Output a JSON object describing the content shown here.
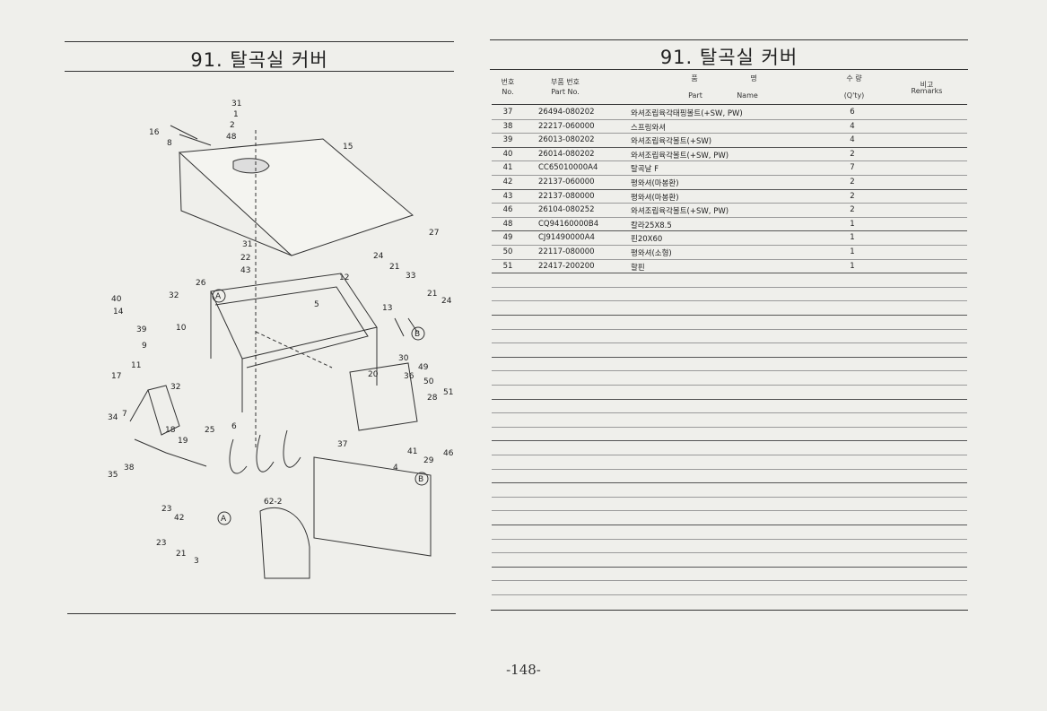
{
  "page": {
    "left_title": "91. 탈곡실 커버",
    "right_title": "91. 탈곡실 커버",
    "page_number": "-148-"
  },
  "table": {
    "headers": {
      "no_ko": "번호",
      "no_en": "No.",
      "part_ko": "부품 번호",
      "part_en": "Part  No.",
      "name_ko_1": "품",
      "name_ko_2": "명",
      "name_en_1": "Part",
      "name_en_2": "Name",
      "qty_ko": "수 량",
      "qty_en": "(Q'ty)",
      "remarks_ko": "비고",
      "remarks_en": "Remarks"
    },
    "rows": [
      {
        "no": "37",
        "part": "26494-080202",
        "name": "와셔조립육각태핑볼트(+SW, PW)",
        "qty": "6"
      },
      {
        "no": "38",
        "part": "22217-060000",
        "name": "스프링와셔",
        "qty": "4"
      },
      {
        "no": "39",
        "part": "26013-080202",
        "name": "와셔조립육각볼트(+SW)",
        "qty": "4"
      },
      {
        "no": "40",
        "part": "26014-080202",
        "name": "와셔조립육각볼트(+SW, PW)",
        "qty": "2"
      },
      {
        "no": "41",
        "part": "CC65010000A4",
        "name": "탈곡날 F",
        "qty": "7"
      },
      {
        "no": "42",
        "part": "22137-060000",
        "name": "평와셔(마봉환)",
        "qty": "2"
      },
      {
        "no": "43",
        "part": "22137-080000",
        "name": "평와셔(마봉환)",
        "qty": "2"
      },
      {
        "no": "46",
        "part": "26104-080252",
        "name": "와셔조립육각볼트(+SW, PW)",
        "qty": "2"
      },
      {
        "no": "48",
        "part": "CQ94160000B4",
        "name": "칼라25X8.5",
        "qty": "1"
      },
      {
        "no": "49",
        "part": "CJ91490000A4",
        "name": "핀20X60",
        "qty": "1"
      },
      {
        "no": "50",
        "part": "22117-080000",
        "name": "평와셔(소형)",
        "qty": "1"
      },
      {
        "no": "51",
        "part": "22417-200200",
        "name": "할핀",
        "qty": "1"
      }
    ]
  },
  "diagram": {
    "callouts": [
      "31",
      "1",
      "2",
      "48",
      "16",
      "8",
      "15",
      "27",
      "31",
      "22",
      "43",
      "24",
      "21",
      "33",
      "12",
      "26",
      "32",
      "40",
      "14",
      "5",
      "13",
      "21",
      "24",
      "39",
      "10",
      "9",
      "11",
      "49",
      "30",
      "17",
      "32",
      "20",
      "36",
      "50",
      "51",
      "28",
      "34",
      "7",
      "18",
      "25",
      "19",
      "6",
      "37",
      "41",
      "29",
      "46",
      "35",
      "38",
      "4",
      "23",
      "42",
      "62-2",
      "23",
      "21",
      "3"
    ],
    "ref_a": "A",
    "ref_b": "B"
  }
}
